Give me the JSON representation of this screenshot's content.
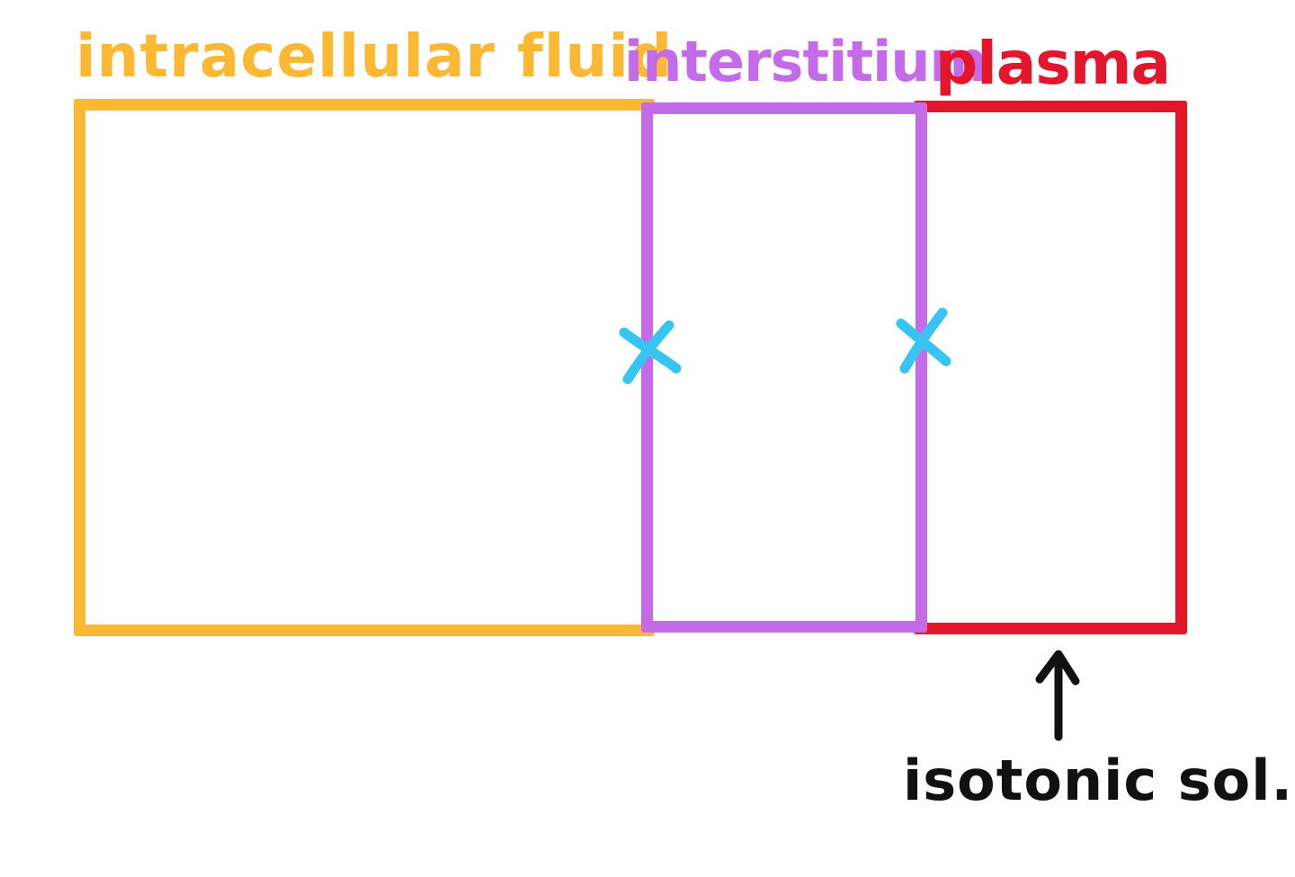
{
  "labels": {
    "intracellular": "intracellular fluid",
    "interstitium": "interstitium",
    "plasma": "plasma",
    "isotonic": "isotonic sol."
  },
  "colors": {
    "intracellular": "#fbb832",
    "interstitium": "#c56ae8",
    "plasma": "#e3162b",
    "barrier_marker": "#37c4f0",
    "annotation": "#111111"
  },
  "icons": {
    "barrier_marker": "x-mark",
    "pointer": "up-arrow"
  }
}
